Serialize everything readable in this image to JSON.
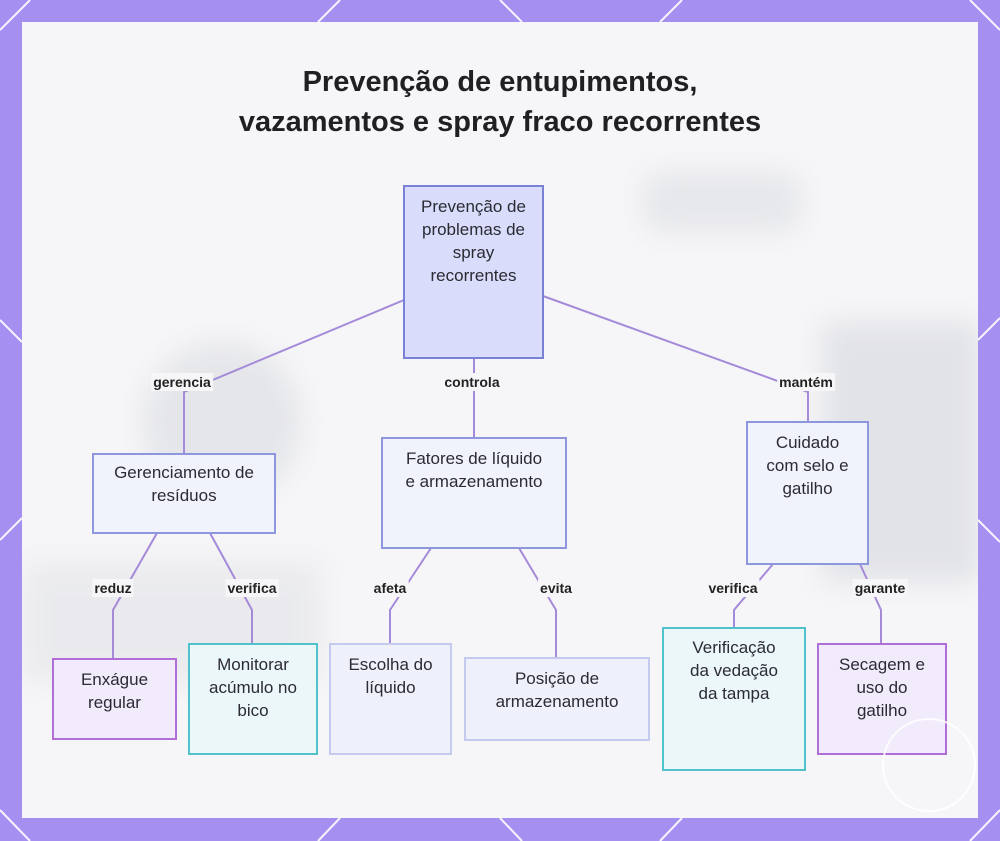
{
  "title": {
    "line1": "Prevenção de entupimentos,",
    "line2": "vazamentos e spray fraco recorrentes"
  },
  "nodes": {
    "root": "Prevenção de problemas de spray recorrentes",
    "waste": "Gerenciamento de resíduos",
    "liquid": "Fatores de líquido e armazenamento",
    "seal": "Cuidado com selo e gatilho",
    "rinse": "Enxágue regular",
    "monitor": "Monitorar acúmulo no bico",
    "choice": "Escolha do líquido",
    "position": "Posição de armazenamento",
    "capcheck": "Verificação da vedação da tampa",
    "dry": "Secagem e uso do gatilho"
  },
  "edges": {
    "gerencia": "gerencia",
    "controla": "controla",
    "mantem": "mantém",
    "reduz": "reduz",
    "verifica1": "verifica",
    "afeta": "afeta",
    "evita": "evita",
    "verifica2": "verifica",
    "garante": "garante"
  },
  "colors": {
    "frame": "#a58ff0",
    "edge": "#a48ad8",
    "root_fill": "#d9dcfb",
    "purple_border": "#b06fd8",
    "teal_border": "#4fc2cc"
  }
}
